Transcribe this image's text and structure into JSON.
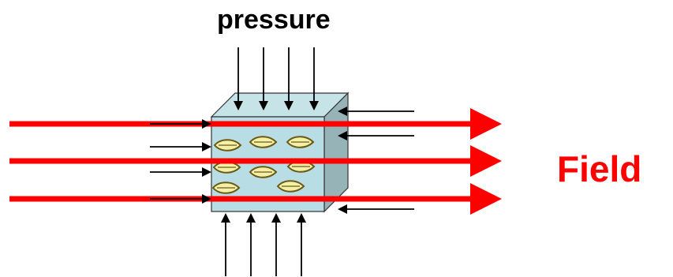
{
  "labels": {
    "pressure": "pressure",
    "field": "Field"
  },
  "colors": {
    "field_arrow": "#ff0000",
    "field_label": "#ff0000",
    "pressure_label": "#000000",
    "cube_front": "#b8dde4",
    "cube_top": "#c6e3e7",
    "cube_side": "#96b4b8",
    "particle_fill": "#f5f0a8",
    "particle_stroke": "#6b5a14",
    "pressure_arrow": "#000000"
  },
  "pressure_arrows": {
    "top_count": 4,
    "bottom_count": 4,
    "left_count": 4,
    "right_count": 3
  },
  "field_arrows": {
    "count": 3
  },
  "particles": {
    "count": 8
  }
}
